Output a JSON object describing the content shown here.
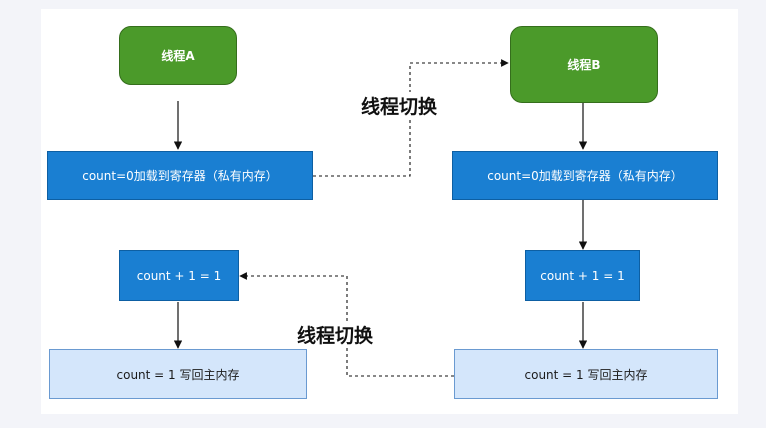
{
  "thread_a": {
    "title": "线程A",
    "load_step": "count=0加载到寄存器（私有内存）",
    "increment_step": "count + 1 = 1",
    "write_step": "count = 1 写回主内存"
  },
  "thread_b": {
    "title": "线程B",
    "load_step": "count=0加载到寄存器（私有内存）",
    "increment_step": "count + 1 = 1",
    "write_step": "count = 1 写回主内存"
  },
  "switch_labels": [
    "线程切换",
    "线程切换"
  ],
  "colors": {
    "thread_header": "#4b9a2a",
    "register_step": "#1a7fd2",
    "memory_step": "#d4e6fb"
  }
}
